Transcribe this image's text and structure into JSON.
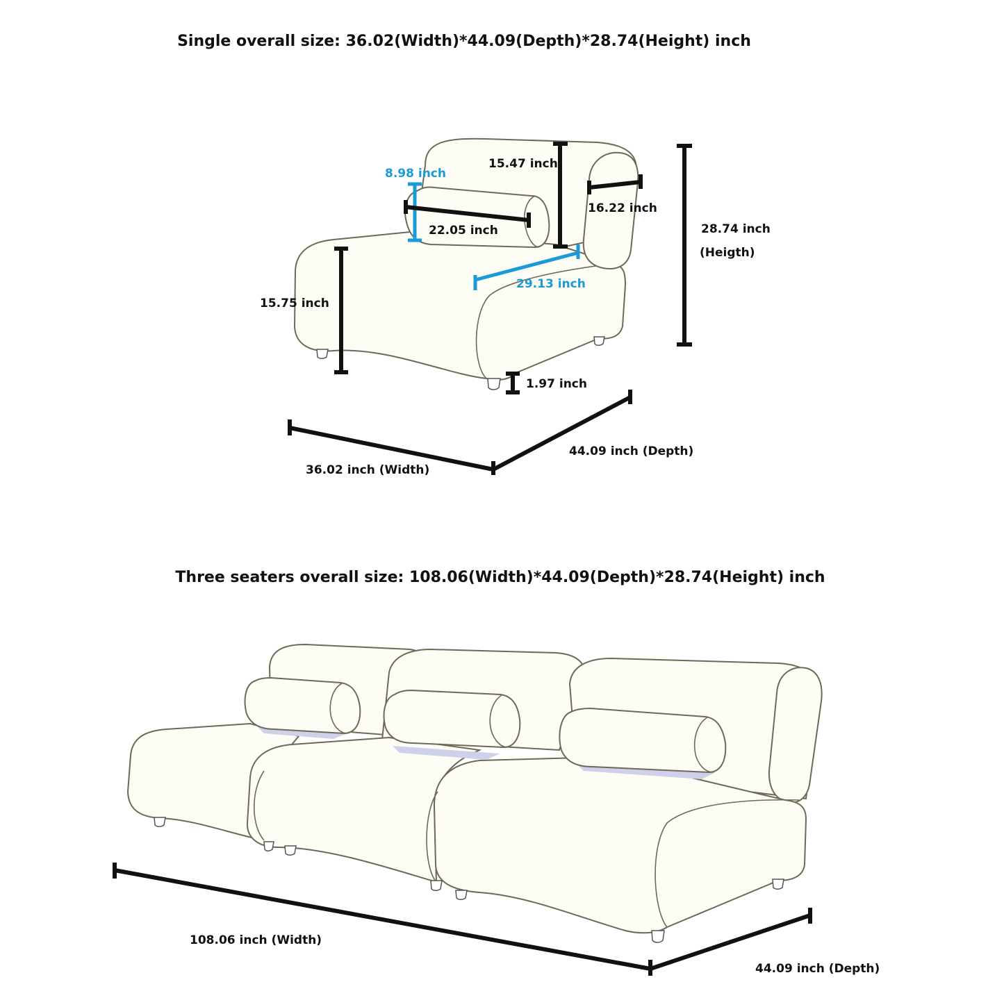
{
  "single": {
    "title": "Single overall size: 36.02(Width)*44.09(Depth)*28.74(Height) inch",
    "labels": {
      "pillow_height": "8.98 inch",
      "back_height": "15.47 inch",
      "arm_width": "16.22 inch",
      "pillow_length": "22.05 inch",
      "total_height_value": "28.74 inch",
      "total_height_word": "(Heigth)",
      "seat_depth": "29.13 inch",
      "seat_height": "15.75 inch",
      "leg_height": "1.97 inch",
      "depth": "44.09 inch (Depth)",
      "width": "36.02 inch (Width)"
    }
  },
  "three": {
    "title": "Three seaters overall size: 108.06(Width)*44.09(Depth)*28.74(Height) inch",
    "labels": {
      "width": "108.06 inch (Width)",
      "depth": "44.09 inch (Depth)"
    }
  },
  "colors": {
    "dimension": "#111111",
    "highlight": "#1a9ad6",
    "outline": "#6b6a55"
  }
}
